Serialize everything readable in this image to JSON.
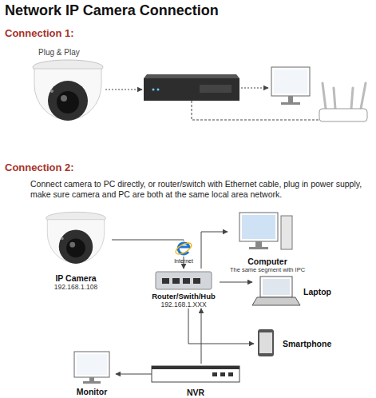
{
  "diagram": {
    "title": "Network IP Camera Connection",
    "nodes": [
      {
        "text": [
          "IP Camera",
          "192.168.1.108"
        ]
      },
      {
        "text": [
          "Router/Swith/Hub",
          "192.168.1.XXX"
        ]
      },
      {
        "text": [
          "Computer",
          "The same segment with IPC"
        ]
      },
      {
        "text": [
          "Laptop"
        ]
      },
      {
        "text": [
          "Smartphone"
        ]
      },
      {
        "text": [
          "NVR"
        ]
      },
      {
        "text": [
          "Monitor"
        ]
      }
    ],
    "edges": [
      {
        "from": 0,
        "to": 1,
        "label": "Internet",
        "arrow": "to"
      },
      {
        "from": 1,
        "to": 2,
        "arrow": "to"
      },
      {
        "from": 1,
        "to": 3,
        "arrow": "to"
      },
      {
        "from": 1,
        "to": 4,
        "arrow": "to"
      },
      {
        "from": 5,
        "to": 1,
        "arrow": "to"
      },
      {
        "from": 5,
        "to": 6,
        "arrow": "to"
      }
    ],
    "labels": [
      "Connection 1:",
      "Plug & Play",
      "Connection 2:",
      "Connect camera to PC directly, or router/switch with Ethernet cable, plug in power supply, make sure camera and PC are both at the same local area network."
    ]
  }
}
